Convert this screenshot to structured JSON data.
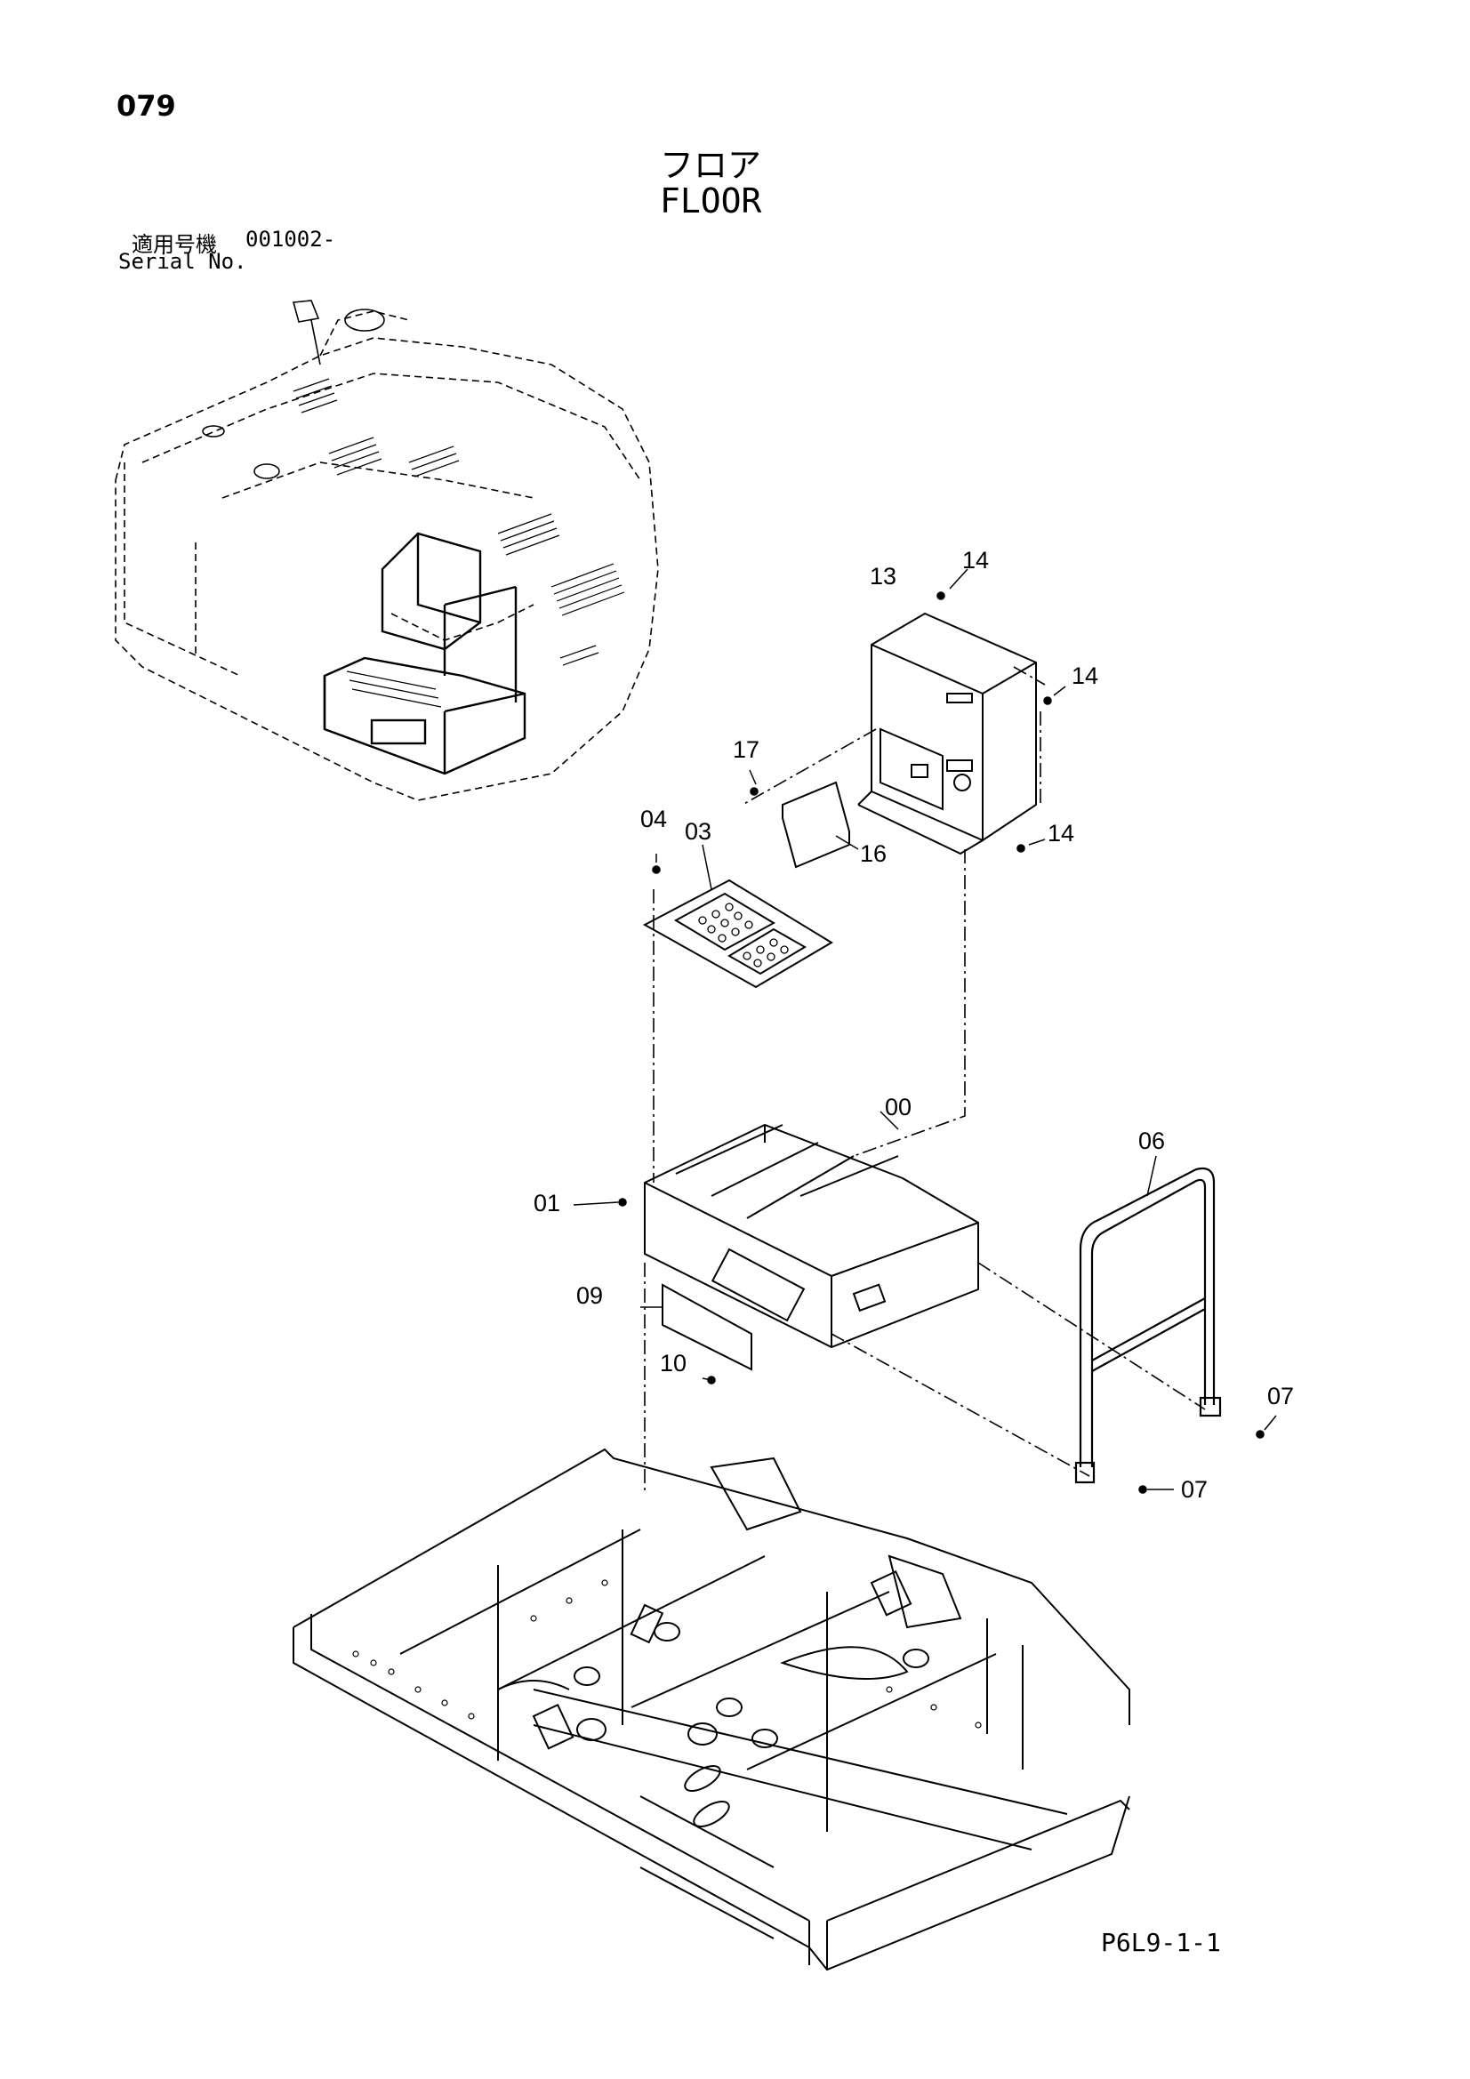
{
  "header": {
    "page_number": "079",
    "title_jp": "フロア",
    "title_en": "FLOOR",
    "serial_label_jp": "適用号機",
    "serial_value": "001002-",
    "serial_label_en": "Serial No."
  },
  "callouts": {
    "c13": "13",
    "c14a": "14",
    "c14b": "14",
    "c14c": "14",
    "c17": "17",
    "c16": "16",
    "c04": "04",
    "c03": "03",
    "c00": "00",
    "c06": "06",
    "c01": "01",
    "c09": "09",
    "c10": "10",
    "c07a": "07",
    "c07b": "07"
  },
  "footer": {
    "code": "P6L9-1-1"
  }
}
